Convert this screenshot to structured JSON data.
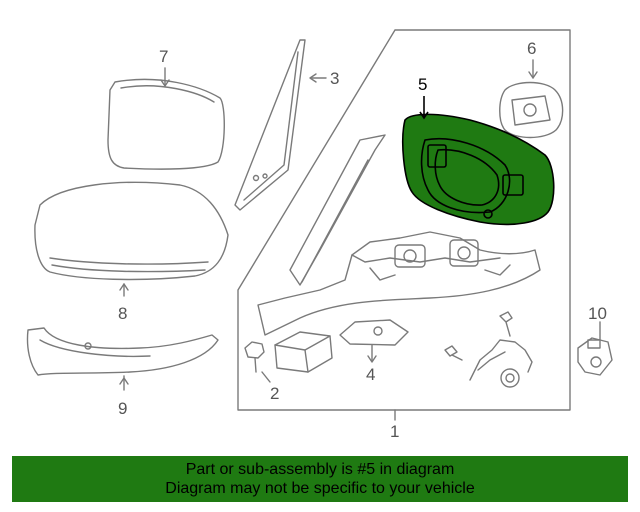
{
  "callouts": {
    "c1": "1",
    "c2": "2",
    "c3": "3",
    "c4": "4",
    "c5": "5",
    "c6": "6",
    "c7": "7",
    "c8": "8",
    "c9": "9",
    "c10": "10"
  },
  "banner": {
    "line1": "Part or sub-assembly is #5 in diagram",
    "line2": "Diagram may not be specific to your vehicle"
  },
  "colors": {
    "highlight_fill": "#1f7a12",
    "line_color": "#7a7a7a",
    "banner_bg": "#1f7a12"
  }
}
